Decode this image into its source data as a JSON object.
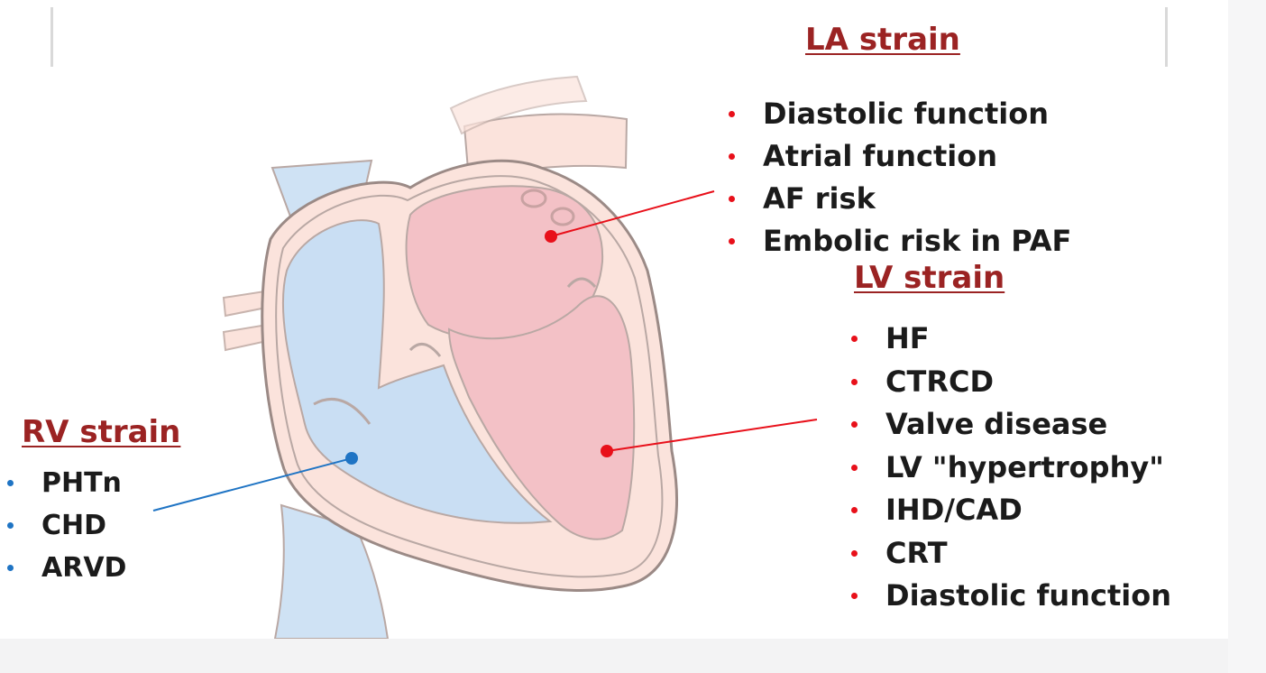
{
  "la_strain": {
    "title": "LA strain",
    "items": [
      "Diastolic function",
      "Atrial function",
      "AF risk",
      "Embolic risk in PAF"
    ]
  },
  "lv_strain": {
    "title": "LV strain",
    "items": [
      "HF",
      "CTRCD",
      "Valve disease",
      "LV \"hypertrophy\"",
      "IHD/CAD",
      "CRT",
      "Diastolic function"
    ]
  },
  "rv_strain": {
    "title": "RV strain",
    "items": [
      "PHTn",
      "CHD",
      "ARVD"
    ]
  },
  "colors": {
    "la_lv_accent": "#e8101a",
    "rv_accent": "#1f74c4",
    "title": "#9b2323",
    "left_heart_fill": "#f3c1c6",
    "right_heart_fill": "#c9def3",
    "myocardium_fill": "#fbe3dc"
  }
}
